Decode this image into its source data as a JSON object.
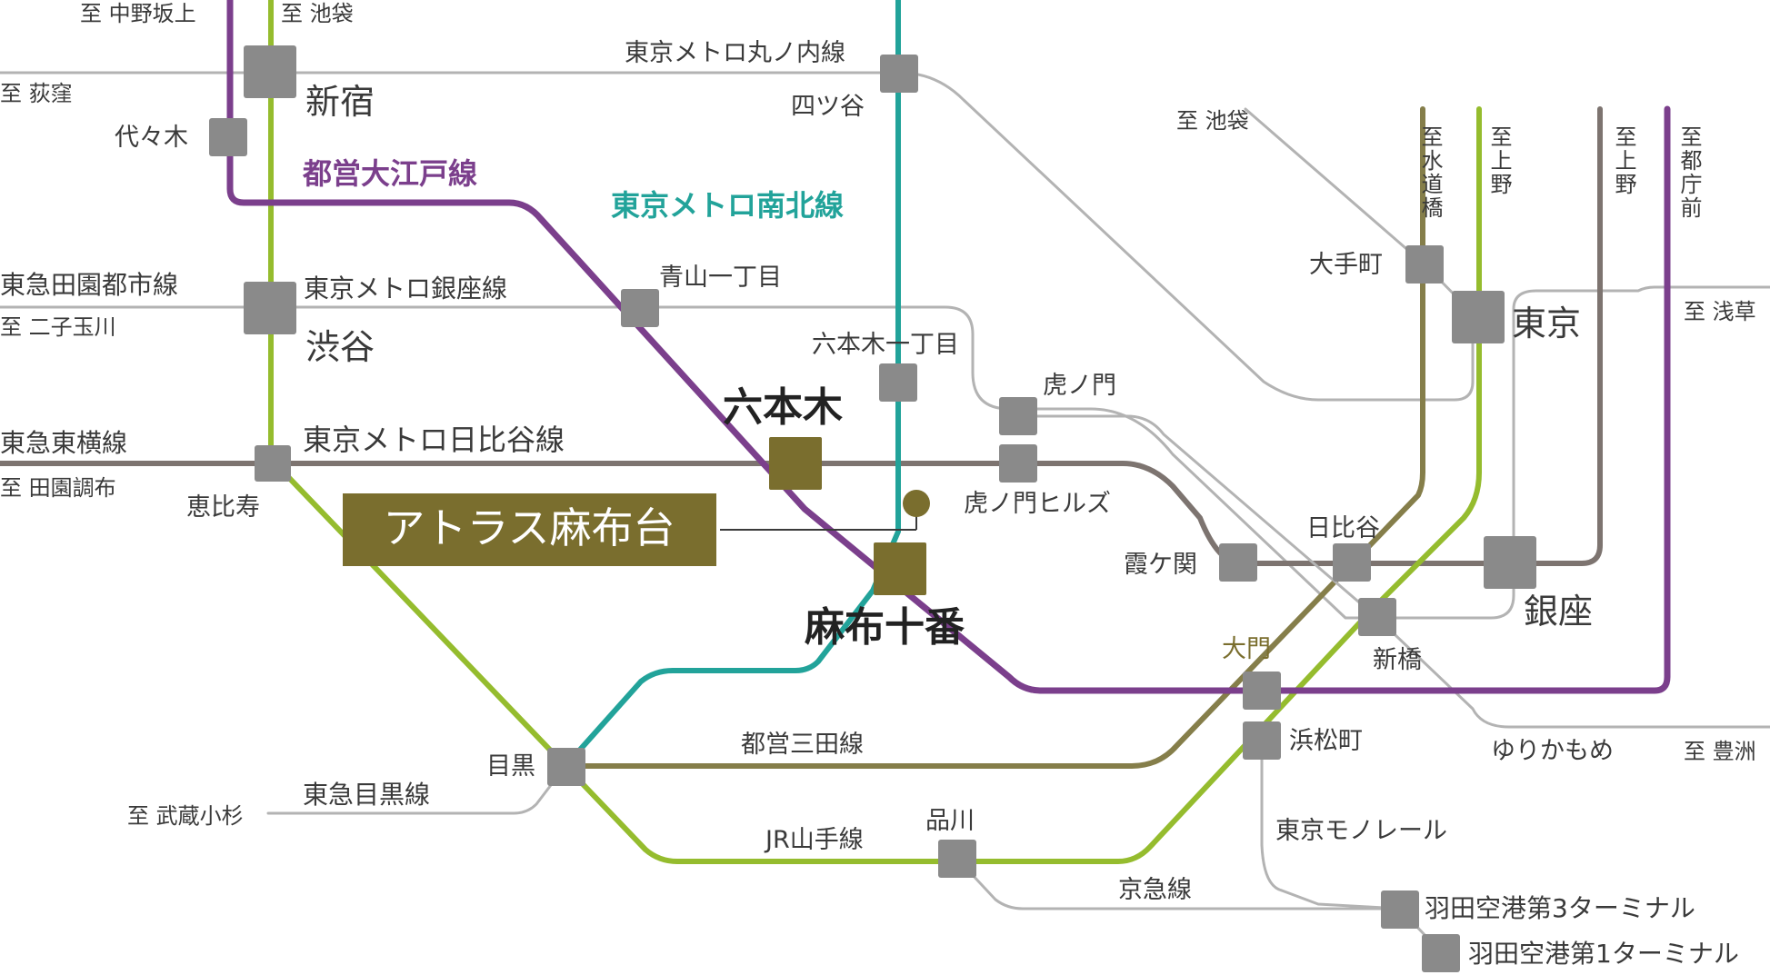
{
  "colors": {
    "oedo": "#7b3f8c",
    "namboku": "#22a39a",
    "yamanote": "#95bc2e",
    "mita": "#857e4a",
    "hibiya": "#7d7470",
    "ginza_line": "#8a8a8a",
    "station": "#8a8a8a",
    "highlight": "#7a6e2e"
  },
  "property_label": "アトラス麻布台",
  "lines": {
    "oedo": "都営大江戸線",
    "namboku": "東京メトロ南北線",
    "marunouchi": "東京メトロ丸ノ内線",
    "ginza": "東京メトロ銀座線",
    "hibiya": "東京メトロ日比谷線",
    "mita": "都営三田線",
    "yamanote": "JR山手線",
    "keikyu": "京急線",
    "monorail": "東京モノレール",
    "yurikamome": "ゆりかもめ",
    "tokyu_meguro": "東急目黒線",
    "tokyu_denentoshi": "東急田園都市線",
    "tokyu_toyoko": "東急東横線"
  },
  "stations": {
    "shinjuku": "新宿",
    "yoyogi": "代々木",
    "shibuya": "渋谷",
    "ebisu": "恵比寿",
    "meguro": "目黒",
    "yotsuya": "四ツ谷",
    "aoyama": "青山一丁目",
    "roppongi_itchome": "六本木一丁目",
    "toranomon": "虎ノ門",
    "toranomon_hills": "虎ノ門ヒルズ",
    "roppongi": "六本木",
    "azabujuban": "麻布十番",
    "kasumigaseki": "霞ケ関",
    "hibiya": "日比谷",
    "otemachi": "大手町",
    "tokyo": "東京",
    "ginza": "銀座",
    "shinbashi": "新橋",
    "daimon": "大門",
    "hamamatsucho": "浜松町",
    "shinagawa": "品川",
    "haneda3": "羽田空港第3ターミナル",
    "haneda1": "羽田空港第1ターミナル"
  },
  "destinations": {
    "nakanosakaue": "至 中野坂上",
    "ikebukuro_top": "至 池袋",
    "ogikubo": "至 荻窪",
    "futakotamagawa": "至 二子玉川",
    "denenchofu": "至 田園調布",
    "musashikosugi": "至 武蔵小杉",
    "ikebukuro_right": "至 池袋",
    "suidobashi": "至水道橋",
    "ueno_1": "至上野",
    "ueno_2": "至上野",
    "tochomae": "至都庁前",
    "asakusa": "至 浅草",
    "toyosu": "至 豊洲"
  }
}
